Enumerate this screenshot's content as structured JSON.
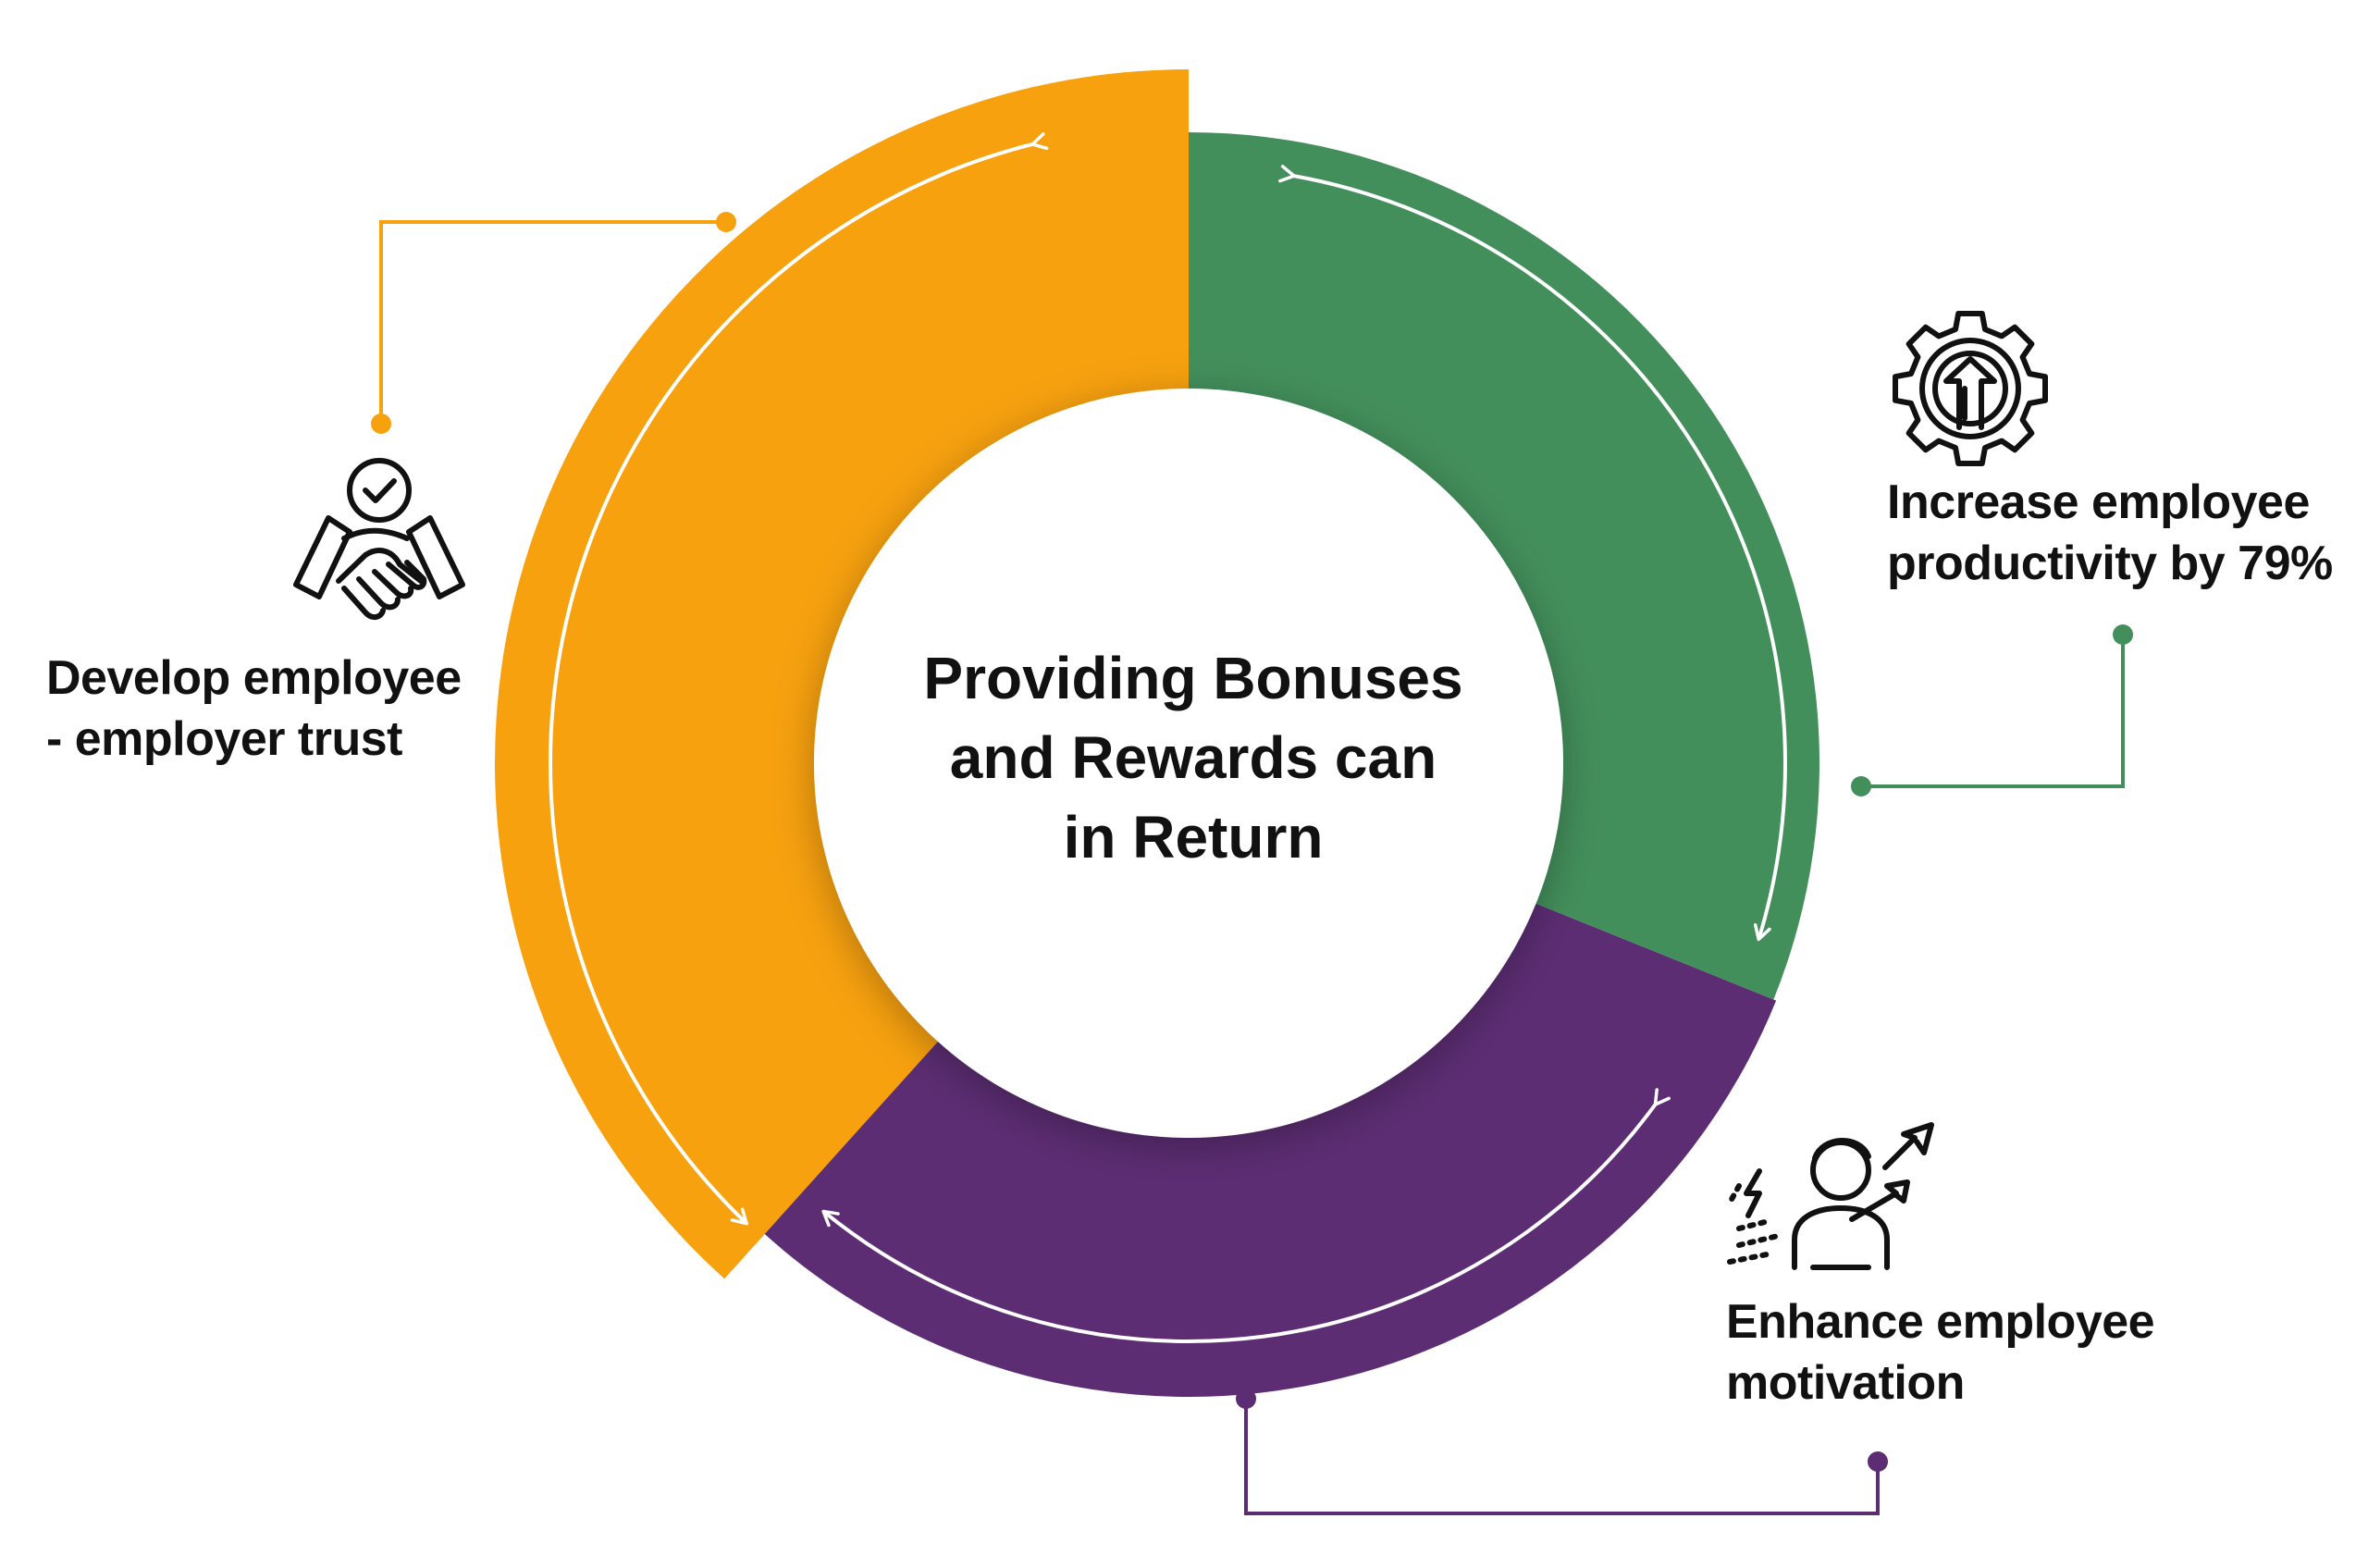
{
  "center": {
    "lines": [
      "Providing Bonuses",
      "and Rewards can",
      "in Return"
    ]
  },
  "items": [
    {
      "id": "trust",
      "lines": [
        "Develop employee",
        "- employer trust"
      ],
      "color": "#F7A10F",
      "icon": "handshake-check-icon"
    },
    {
      "id": "productivity",
      "lines": [
        "Increase employee",
        "productivity by 79%"
      ],
      "color": "#438F5B",
      "icon": "gear-arrow-up-icon"
    },
    {
      "id": "motivation",
      "lines": [
        "Enhance employee",
        "motivation"
      ],
      "color": "#5C2D73",
      "icon": "motivated-person-icon"
    }
  ]
}
